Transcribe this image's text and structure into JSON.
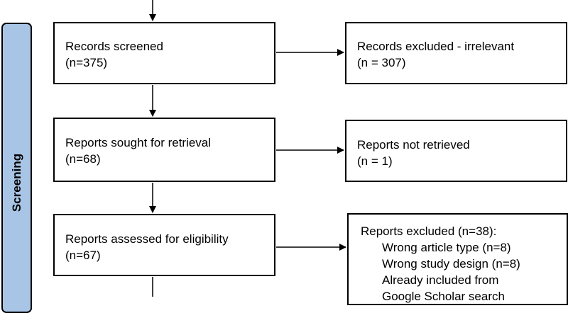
{
  "phase": {
    "label": "Screening"
  },
  "boxes": {
    "records_screened": {
      "title": "Records screened",
      "count": "(n=375)"
    },
    "records_excluded": {
      "title": "Records excluded - irrelevant",
      "count": "(n = 307)"
    },
    "reports_sought": {
      "title": "Reports sought for retrieval",
      "count": "(n=68)"
    },
    "reports_not_retrieved": {
      "title": "Reports not retrieved",
      "count": "(n = 1)"
    },
    "reports_assessed": {
      "title": "Reports assessed for eligibility",
      "count": "(n=67)"
    },
    "reports_excluded": {
      "title": "Reports excluded (n=38):",
      "reasons": [
        "Wrong article type (n=8)",
        "Wrong study design (n=8)",
        "Already included from",
        "Google Scholar search"
      ]
    }
  }
}
